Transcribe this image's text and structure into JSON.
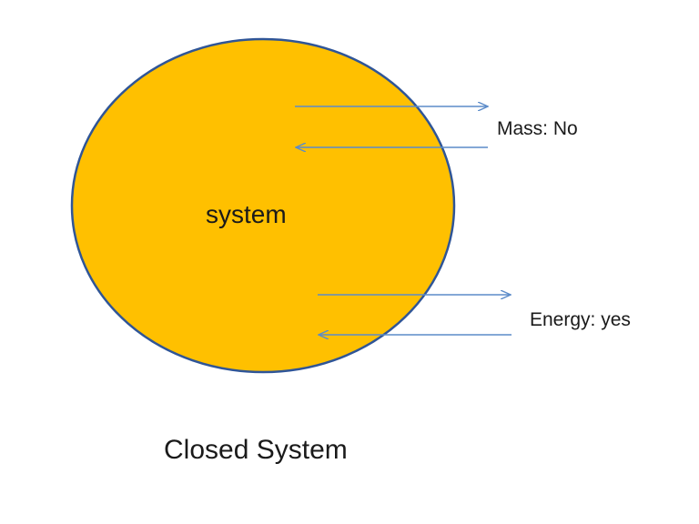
{
  "system_label": "system",
  "mass": {
    "label": "Mass: No"
  },
  "energy": {
    "label": "Energy: yes"
  },
  "caption": "Closed System",
  "colors": {
    "system_fill": "#FFC000",
    "system_border": "#2F5597",
    "arrow": "#5B8BC9",
    "text": "#1a1a1a"
  }
}
